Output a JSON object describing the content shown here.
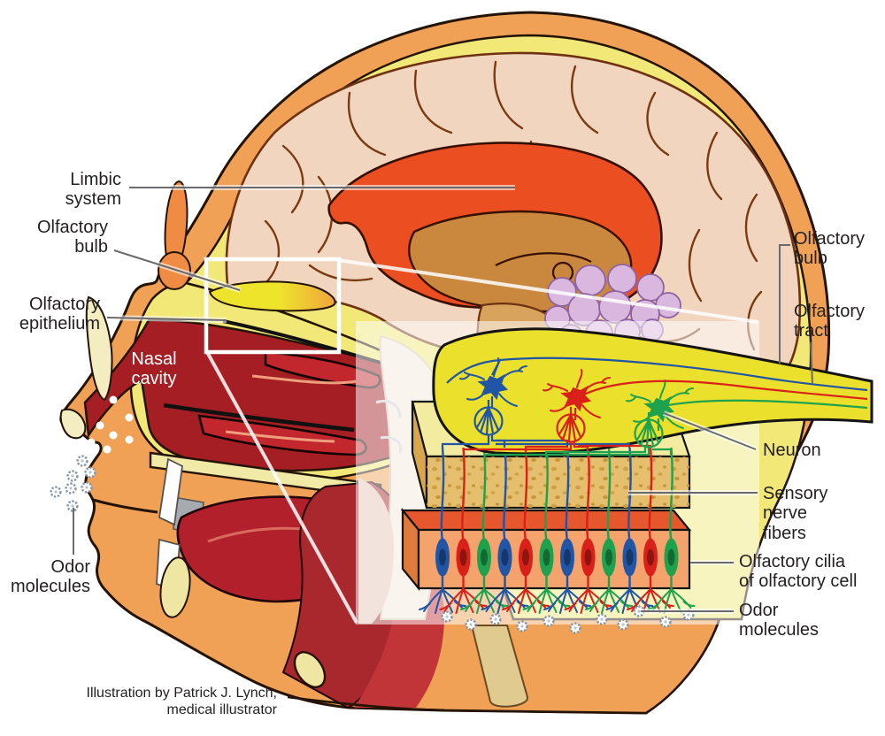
{
  "figure": {
    "subject": "Olfactory system sagittal head illustration with epithelium inset",
    "credit": "Illustration by Patrick J. Lynch,\nmedical illustrator"
  },
  "labels": {
    "limbic_system": "Limbic\nsystem",
    "olfactory_bulb_left": "Olfactory\nbulb",
    "olfactory_epithelium": "Olfactory\nepithelium",
    "nasal_cavity": "Nasal\ncavity",
    "odor_molecules_left": "Odor\nmolecules",
    "olfactory_bulb_right": "Olfactory\nbulb",
    "olfactory_tract": "Olfactory\ntract",
    "neuron": "Neuron",
    "sensory_nerve_fibers": "Sensory\nnerve\nfibers",
    "olfactory_cilia": "Olfactory cilia\nof olfactory cell",
    "odor_molecules_right": "Odor\nmolecules"
  },
  "colors": {
    "skin": "#F1A155",
    "skull": "#F1E878",
    "brain": "#F2D5BE",
    "limbic_system": "#EB4E20",
    "thalamus": "#C9883D",
    "cerebellum": "#D9B7DE",
    "nasal_cavity": "#A41E24",
    "conchae": "#C1272D",
    "olfactory_bulb": "#EBE02B",
    "neuron_blue": "#2155A6",
    "neuron_red": "#D92119",
    "neuron_green": "#1FA24D",
    "odor_molecule": "#8495A5",
    "label_text": "#231F20",
    "leader_line": "#6A6B6E"
  }
}
